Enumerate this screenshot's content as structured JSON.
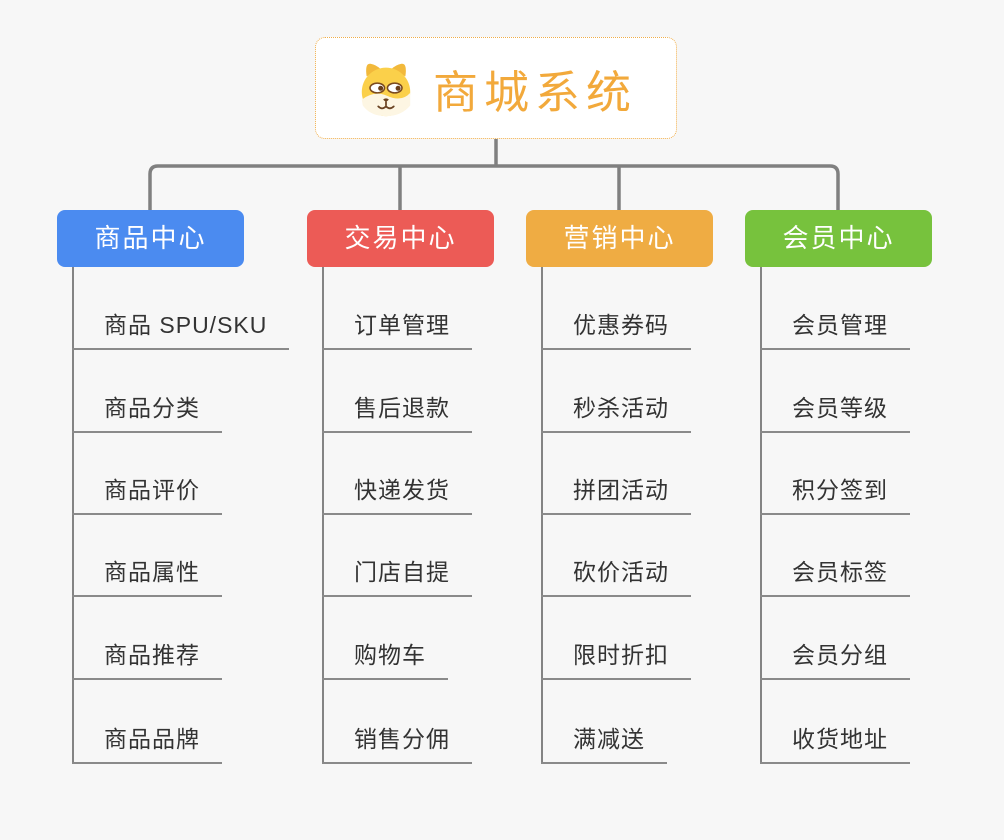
{
  "page": {
    "background": "#f7f7f7"
  },
  "root": {
    "title": "商城系统",
    "icon": "dog-face-icon",
    "accent_color": "#f2a93b",
    "border_color": "#f0ae4a"
  },
  "connector_color": "#808080",
  "leaf_line_color": "#8a8a8a",
  "branches": [
    {
      "label": "商品中心",
      "color": "#4b8bf0",
      "items": [
        "商品 SPU/SKU",
        "商品分类",
        "商品评价",
        "商品属性",
        "商品推荐",
        "商品品牌"
      ]
    },
    {
      "label": "交易中心",
      "color": "#ec5b56",
      "items": [
        "订单管理",
        "售后退款",
        "快递发货",
        "门店自提",
        "购物车",
        "销售分佣"
      ]
    },
    {
      "label": "营销中心",
      "color": "#efac43",
      "items": [
        "优惠券码",
        "秒杀活动",
        "拼团活动",
        "砍价活动",
        "限时折扣",
        "满减送"
      ]
    },
    {
      "label": "会员中心",
      "color": "#77c23d",
      "items": [
        "会员管理",
        "会员等级",
        "积分签到",
        "会员标签",
        "会员分组",
        "收货地址"
      ]
    }
  ]
}
